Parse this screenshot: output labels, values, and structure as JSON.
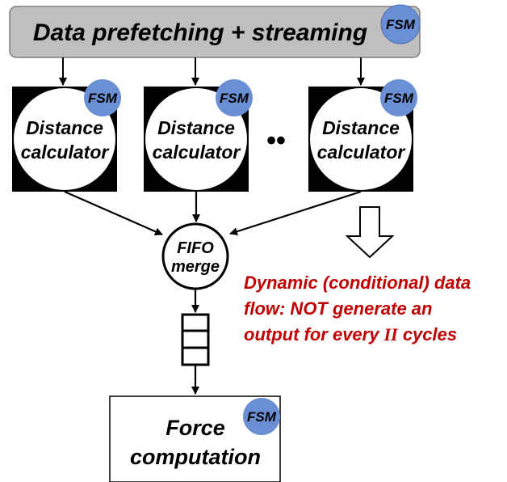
{
  "colors": {
    "fsm_fill": "#6b8fd4",
    "banner_fill": "#bfbfbf",
    "note_red": "#c00000"
  },
  "prefetch": {
    "label": "Data prefetching + streaming",
    "fsm": "FSM"
  },
  "calculators": [
    {
      "line1": "Distance",
      "line2": "calculator",
      "fsm": "FSM"
    },
    {
      "line1": "Distance",
      "line2": "calculator",
      "fsm": "FSM"
    },
    {
      "line1": "Distance",
      "line2": "calculator",
      "fsm": "FSM"
    }
  ],
  "ellipsis": "••",
  "merge": {
    "line1": "FIFO",
    "line2": "merge"
  },
  "force": {
    "line1": "Force",
    "line2": "computation",
    "fsm": "FSM"
  },
  "note": {
    "line1": "Dynamic (conditional) data",
    "line2": "flow: NOT generate an",
    "line3_prefix": "output for every ",
    "line3_ii": "II",
    "line3_suffix": " cycles"
  }
}
